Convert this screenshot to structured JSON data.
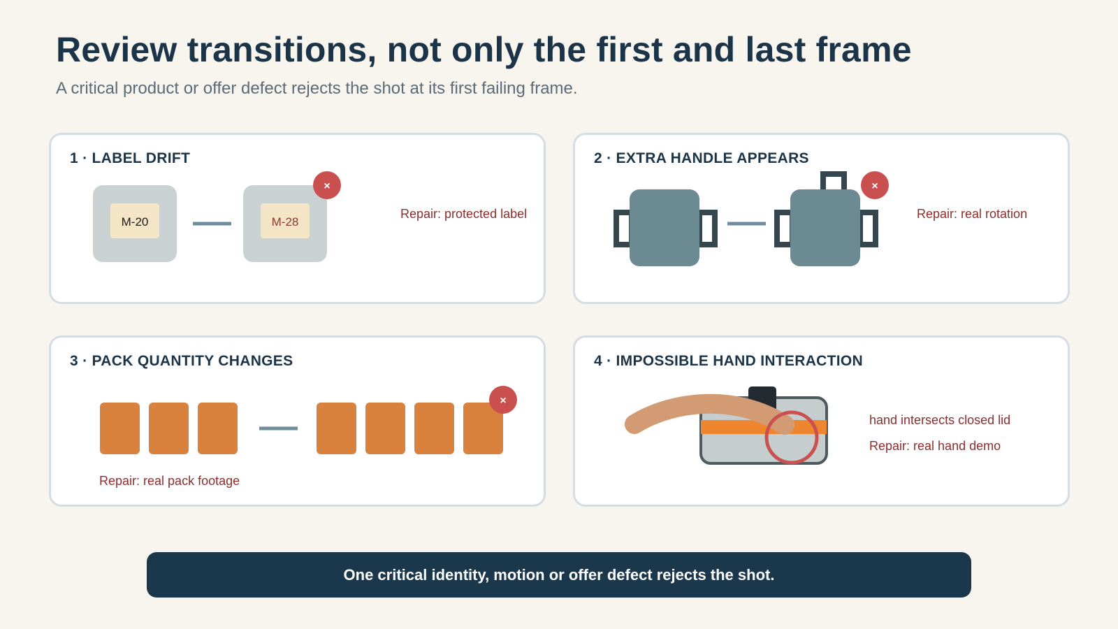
{
  "header": {
    "title": "Review transitions, not only the first and last frame",
    "subtitle": "A critical product or offer defect rejects the shot at its first failing frame."
  },
  "cards": [
    {
      "title": "1 · LABEL DRIFT",
      "before_label": "M-20",
      "after_label": "M-28",
      "repair": "Repair: protected label",
      "reject_mark": "×"
    },
    {
      "title": "2 · EXTRA HANDLE APPEARS",
      "repair": "Repair: real rotation",
      "reject_mark": "×"
    },
    {
      "title": "3 · PACK QUANTITY CHANGES",
      "before_count": 3,
      "after_count": 4,
      "repair": "Repair: real pack footage",
      "reject_mark": "×"
    },
    {
      "title": "4 · IMPOSSIBLE HAND INTERACTION",
      "issue": "hand intersects closed lid",
      "repair": "Repair: real hand demo"
    }
  ],
  "footer": {
    "message": "One critical identity, motion or offer defect rejects the shot."
  },
  "colors": {
    "background": "#f8f5ef",
    "title": "#1b3448",
    "reject": "#c9504f",
    "repair_text": "#8b2e2e",
    "product_gray": "#6b8a91",
    "pack_orange": "#d9823d",
    "footer_bg": "#1b374c"
  },
  "icons": {
    "reject": "close-icon",
    "transition": "dash-connector"
  }
}
